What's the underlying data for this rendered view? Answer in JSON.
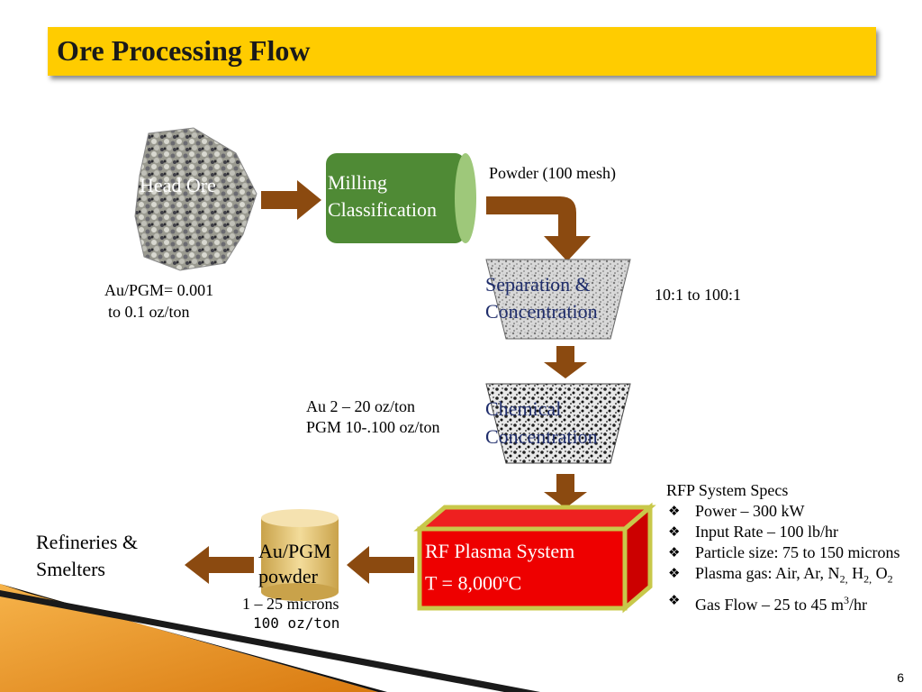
{
  "title": "Ore Processing Flow",
  "head_ore": {
    "label": "Head Ore",
    "grade_line1": "Au/PGM= 0.001",
    "grade_line2": "to 0.1 oz/ton"
  },
  "milling": {
    "line1": "Milling",
    "line2": "Classification",
    "output": "Powder (100 mesh)"
  },
  "separation": {
    "line1": "Separation &",
    "line2": "Concentration",
    "ratio": "10:1 to 100:1"
  },
  "chemical": {
    "line1": "Chemical",
    "line2": "Concentration",
    "grade_line1": "Au 2 – 20 oz/ton",
    "grade_line2": "PGM 10-.100 oz/ton"
  },
  "plasma": {
    "line1": "RF Plasma System",
    "line2_prefix": "T = 8,000",
    "line2_sup": "o",
    "line2_suffix": "C"
  },
  "specs": {
    "heading": "RFP System Specs",
    "items": [
      {
        "text": "Power – 300 kW"
      },
      {
        "text": "Input Rate – 100 lb/hr"
      },
      {
        "text": "Particle size: 75 to 150 microns"
      },
      {
        "pre": "Plasma gas: Air, Ar, N",
        "sub1": "2,",
        "mid": " H",
        "sub2": "2,",
        "mid2": " O",
        "sub3": "2"
      },
      {
        "pre": "Gas Flow – 25 to 45 m",
        "sup": "3",
        "post": "/hr"
      }
    ]
  },
  "product": {
    "line1": "Au/PGM",
    "line2": "powder",
    "size": "1 – 25 microns",
    "grade": "100 oz/ton"
  },
  "refineries": {
    "line1": "Refineries &",
    "line2": "Smelters"
  },
  "page_number": "6",
  "colors": {
    "title_bar": "#ffcc00",
    "arrow": "#8b4a10",
    "milling_green": "#4f8a35",
    "plasma_red": "#ee0000",
    "plasma_frame": "#c8c84a",
    "gold_cylinder": "#e8c86a"
  }
}
